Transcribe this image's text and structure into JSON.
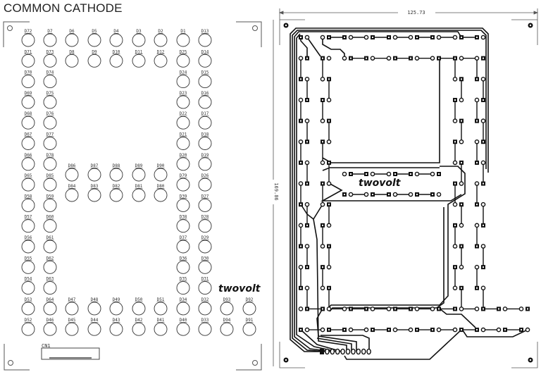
{
  "title": "COMMON CATHODE",
  "brand": "twovolt",
  "connector_label": "CN1",
  "dimensions": {
    "width": "125.73",
    "height": "169.86"
  },
  "colors": {
    "ink": "#111111",
    "outline": "#555555"
  },
  "silkscreen": {
    "main_rows": [
      [
        "D72",
        "D7",
        "D6",
        "D5",
        "D4",
        "D3",
        "D2",
        "D1",
        "D13",
        null,
        null
      ],
      [
        "D71",
        "D73",
        "D8",
        "D9",
        "D10",
        "D11",
        "D12",
        "D25",
        "D14",
        null,
        null
      ],
      [
        "D70",
        "D74",
        null,
        null,
        null,
        null,
        null,
        "D24",
        "D15",
        null,
        null
      ],
      [
        "D69",
        "D75",
        null,
        null,
        null,
        null,
        null,
        "D23",
        "D16",
        null,
        null
      ],
      [
        "D68",
        "D76",
        null,
        null,
        null,
        null,
        null,
        "D22",
        "D17",
        null,
        null
      ],
      [
        "D67",
        "D77",
        null,
        null,
        null,
        null,
        null,
        "D21",
        "D18",
        null,
        null
      ],
      [
        "D66",
        "D78",
        null,
        null,
        null,
        null,
        null,
        "D20",
        "D19",
        null,
        null
      ],
      [
        "D65",
        "D85",
        null,
        null,
        null,
        null,
        null,
        "D79",
        "D26",
        null,
        null
      ],
      [
        "D58",
        "D59",
        null,
        null,
        null,
        null,
        null,
        "D39",
        "D27",
        null,
        null
      ],
      [
        "D57",
        "D60",
        null,
        null,
        null,
        null,
        null,
        "D38",
        "D28",
        null,
        null
      ],
      [
        "D56",
        "D61",
        null,
        null,
        null,
        null,
        null,
        "D37",
        "D29",
        null,
        null
      ],
      [
        "D55",
        "D62",
        null,
        null,
        null,
        null,
        null,
        "D36",
        "D30",
        null,
        null
      ],
      [
        "D54",
        "D63",
        null,
        null,
        null,
        null,
        null,
        "D35",
        "D31",
        null,
        null
      ],
      [
        "D53",
        "D64",
        "D47",
        "D48",
        "D49",
        "D50",
        "D51",
        "D34",
        "D32",
        "D93",
        "D92"
      ],
      [
        "D52",
        "D46",
        "D45",
        "D44",
        "D43",
        "D42",
        "D41",
        "D40",
        "D33",
        "D94",
        "D91"
      ]
    ],
    "middle_rows": [
      [
        null,
        null,
        "D86",
        "D87",
        "D88",
        "D89",
        "D90",
        null,
        null,
        null,
        null
      ],
      [
        null,
        null,
        "D84",
        "D83",
        "D82",
        "D81",
        "D80",
        null,
        null,
        null,
        null
      ]
    ]
  }
}
